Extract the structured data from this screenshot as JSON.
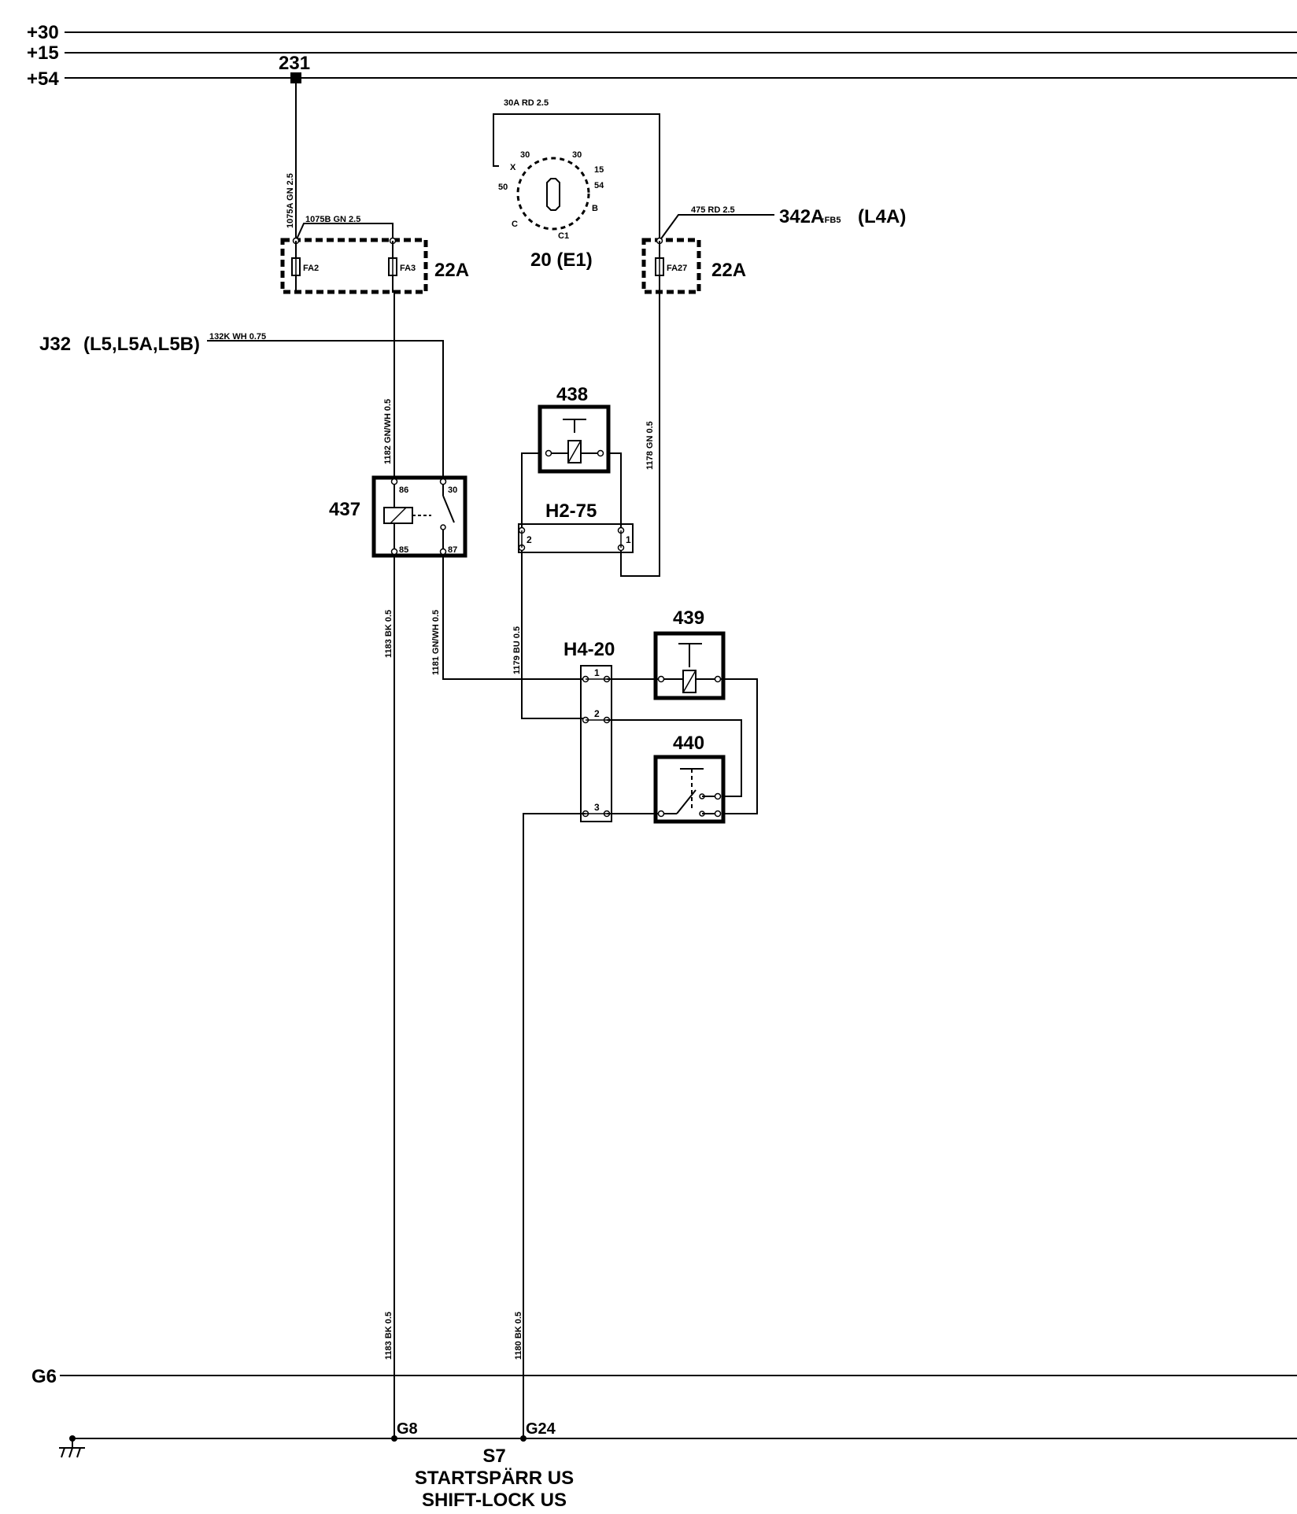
{
  "rails": {
    "plus30": "+30",
    "plus15": "+15",
    "plus54": "+54",
    "g6": "G6"
  },
  "splice": "231",
  "connector_20": {
    "label": "20 (E1)",
    "wire": "30A RD 2.5",
    "pins": [
      "X",
      "30",
      "30",
      "15",
      "50",
      "54",
      "B",
      "C",
      "C1"
    ]
  },
  "fusebox_left": {
    "rating": "22A",
    "fuses": [
      "FA2",
      "FA3"
    ],
    "wire_in": "1075A GN 2.5",
    "wire_bridge": "1075B GN 2.5"
  },
  "fusebox_right": {
    "rating": "22A",
    "fuse": "FA27",
    "wire": "475 RD 2.5",
    "ref": "342A",
    "ref_sub": ":FB5",
    "ref_loc": "(L4A)"
  },
  "j32": {
    "label": "J32",
    "loc": "(L5,L5A,L5B)",
    "wire": "132K WH 0.75"
  },
  "relay_437": {
    "label": "437",
    "pins": [
      "86",
      "30",
      "85",
      "87"
    ]
  },
  "component_438": "438",
  "component_439": "439",
  "component_440": "440",
  "connector_h2": {
    "label": "H2-75",
    "pins": [
      "2",
      "1"
    ]
  },
  "connector_h4": {
    "label": "H4-20",
    "pins": [
      "1",
      "2",
      "3"
    ]
  },
  "wires": {
    "w1182": "1182 GN/WH 0.5",
    "w1178": "1178 GN 0.5",
    "w1183a": "1183 BK 0.5",
    "w1181": "1181 GN/WH 0.5",
    "w1179": "1179 BU 0.5",
    "w1183b": "1183 BK 0.5",
    "w1180": "1180 BK 0.5"
  },
  "grounds": [
    "G8",
    "G24"
  ],
  "footer": {
    "code": "S7",
    "line1": "STARTSPÄRR US",
    "line2": "SHIFT-LOCK US"
  }
}
